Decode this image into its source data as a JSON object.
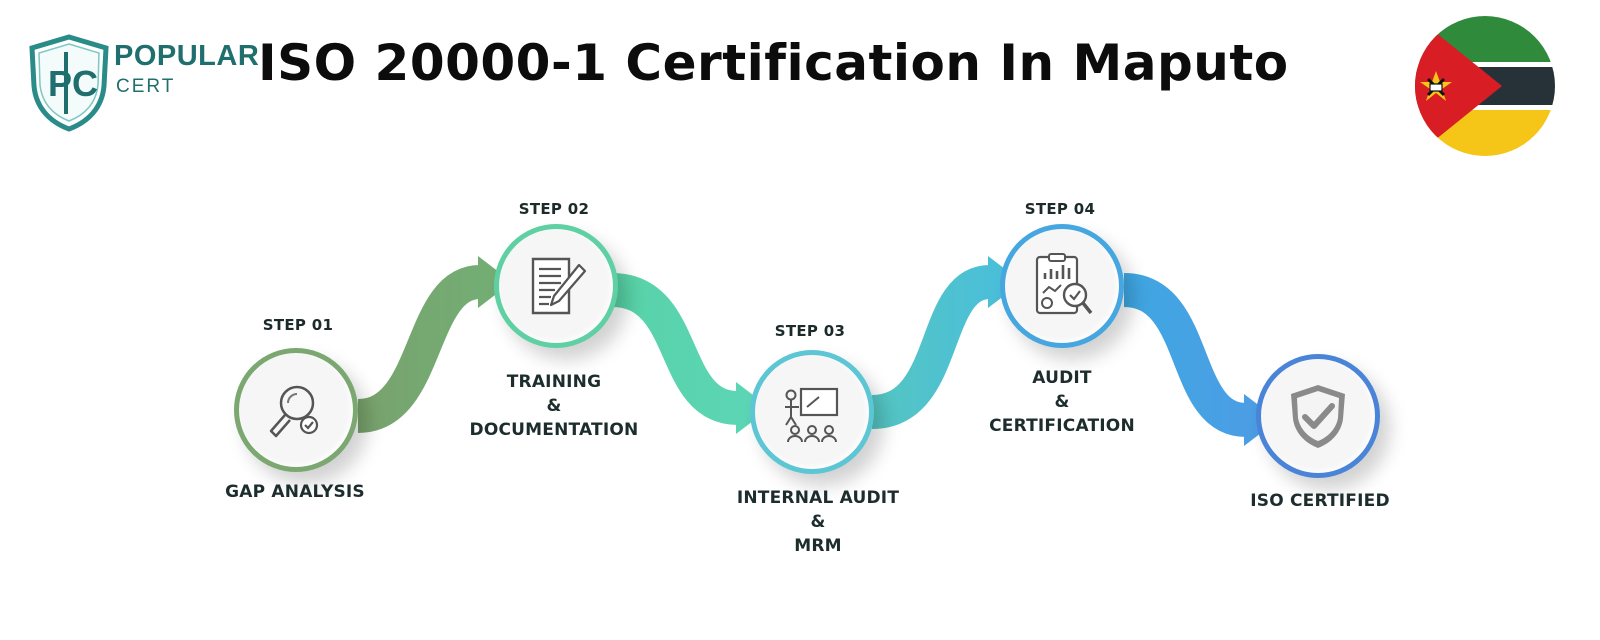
{
  "brand": {
    "name_line1": "POPULAR",
    "name_line2": "CERT",
    "monogram": "PC"
  },
  "page_title": "ISO 20000-1 Certification In Maputo",
  "flag_icon": "mozambique-flag",
  "colors": {
    "title": "#0c0c0c",
    "brand": "#1f6f6e",
    "step1": "#7ba770",
    "step2": "#5fd0a4",
    "step3": "#5cc6d4",
    "step4": "#46a6e0",
    "step5": "#4a84d8"
  },
  "steps": [
    {
      "step_label": "STEP 01",
      "caption": [
        "GAP ANALYSIS"
      ],
      "icon": "magnifier-check-icon"
    },
    {
      "step_label": "STEP 02",
      "caption": [
        "TRAINING",
        "&",
        "DOCUMENTATION"
      ],
      "icon": "document-pencil-icon"
    },
    {
      "step_label": "STEP 03",
      "caption": [
        "INTERNAL AUDIT",
        "&",
        "MRM"
      ],
      "icon": "presentation-board-icon"
    },
    {
      "step_label": "STEP 04",
      "caption": [
        "AUDIT",
        "&",
        "CERTIFICATION"
      ],
      "icon": "report-magnifier-icon"
    },
    {
      "step_label": "",
      "caption": [
        "ISO CERTIFIED"
      ],
      "icon": "shield-check-icon"
    }
  ]
}
